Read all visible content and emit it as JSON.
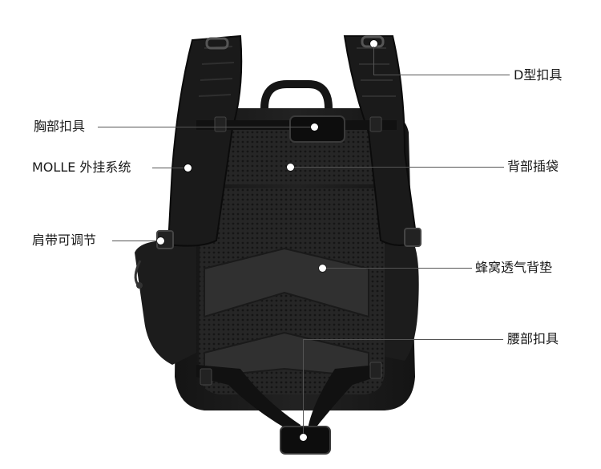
{
  "product_image": {
    "subject": "backpack-back-view",
    "colors": {
      "body": "#1b1b1b",
      "mesh": "#2a2a2a",
      "strap": "#111111",
      "accent": "#ffffff"
    }
  },
  "callouts": [
    {
      "id": "d-ring",
      "text": "D型扣具"
    },
    {
      "id": "chest-buckle",
      "text": "胸部扣具"
    },
    {
      "id": "molle",
      "text": "MOLLE 外挂系统"
    },
    {
      "id": "back-pocket",
      "text": "背部插袋"
    },
    {
      "id": "shoulder-adjust",
      "text": "肩带可调节"
    },
    {
      "id": "honeycomb-pad",
      "text": "蜂窝透气背垫"
    },
    {
      "id": "waist-buckle",
      "text": "腰部扣具"
    }
  ]
}
